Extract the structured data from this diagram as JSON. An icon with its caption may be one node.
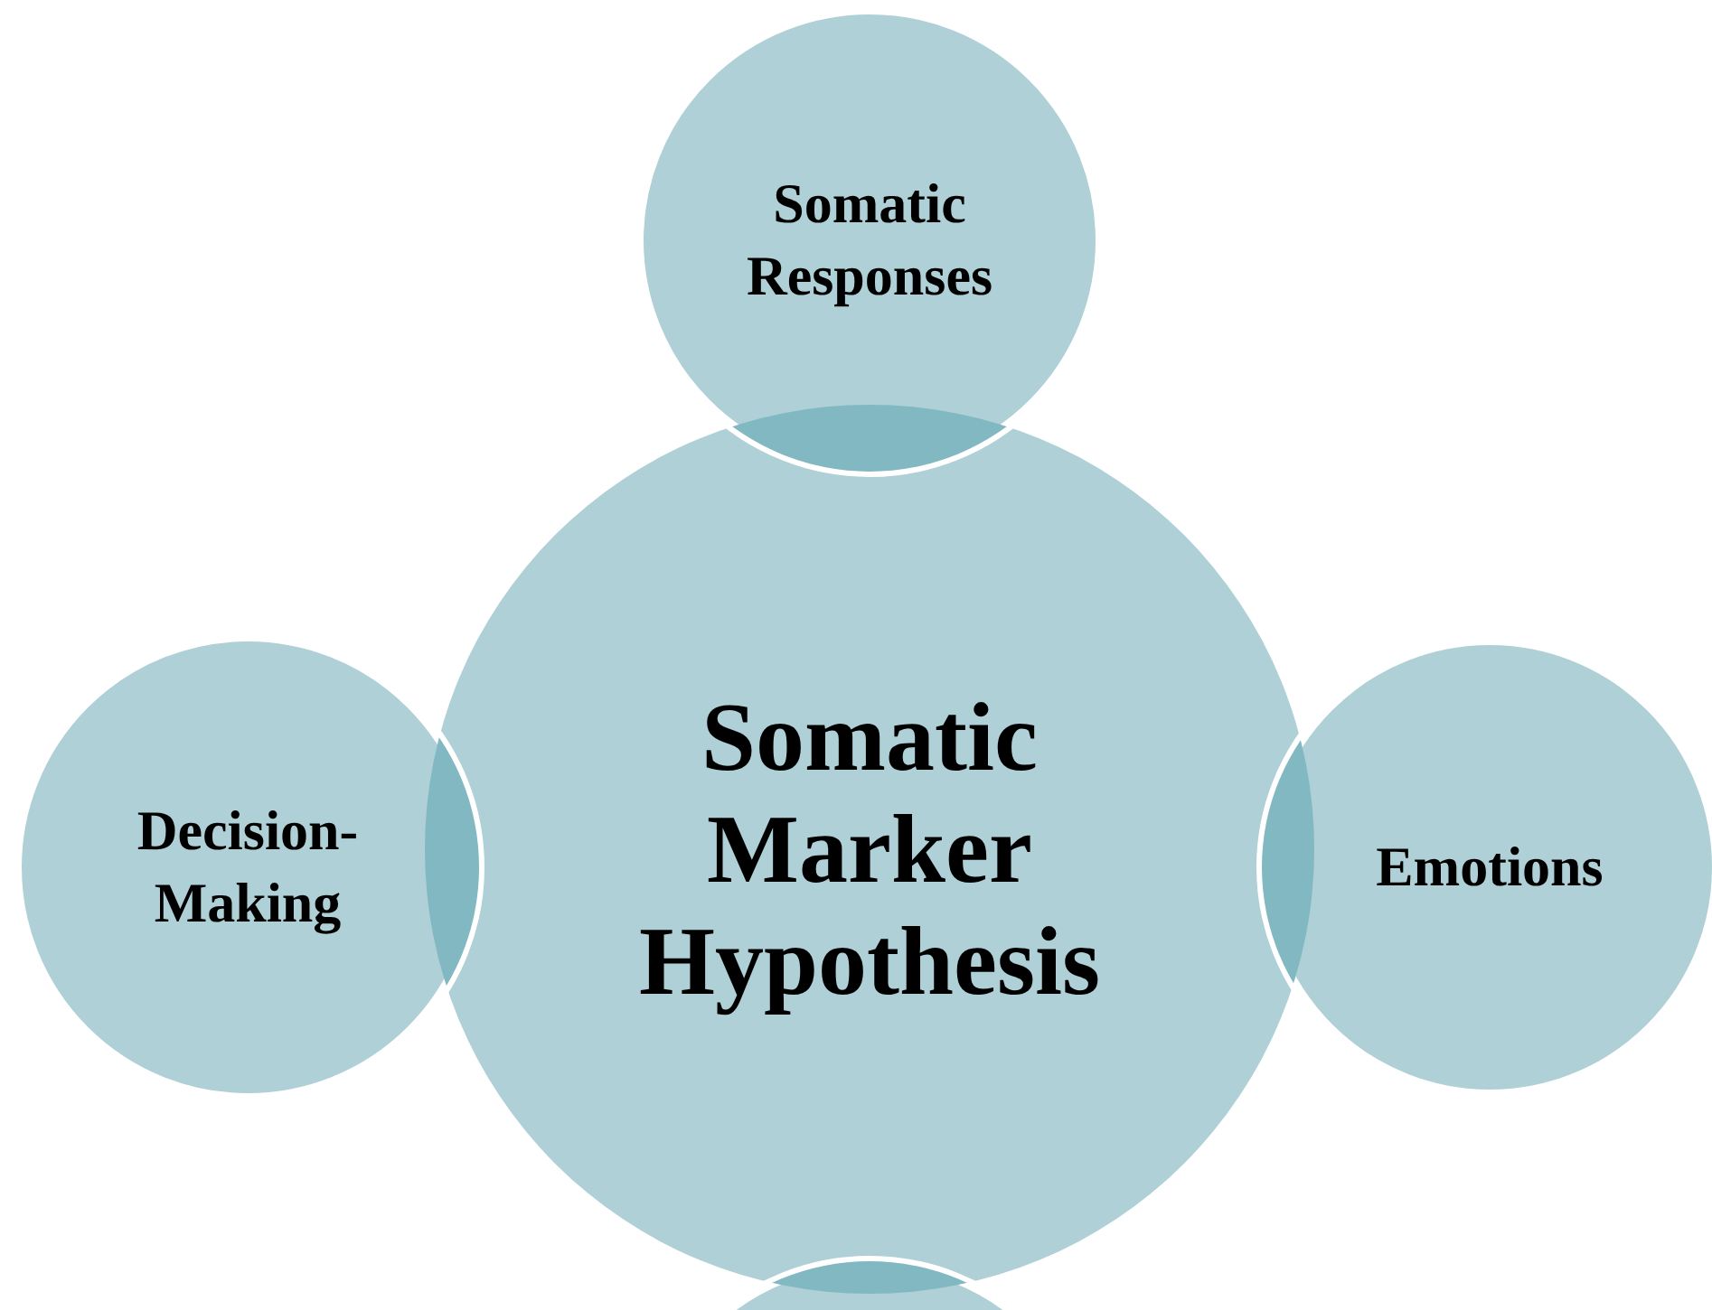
{
  "diagram": {
    "nodes": [
      {
        "text": [
          "Somatic Responses"
        ]
      },
      {
        "text": [
          "Decision-Making"
        ]
      },
      {
        "text": [
          "Somatic Marker Hypothesis"
        ]
      },
      {
        "text": [
          "Emotions"
        ]
      },
      {
        "text": [],
        "shape": "circle"
      }
    ]
  }
}
